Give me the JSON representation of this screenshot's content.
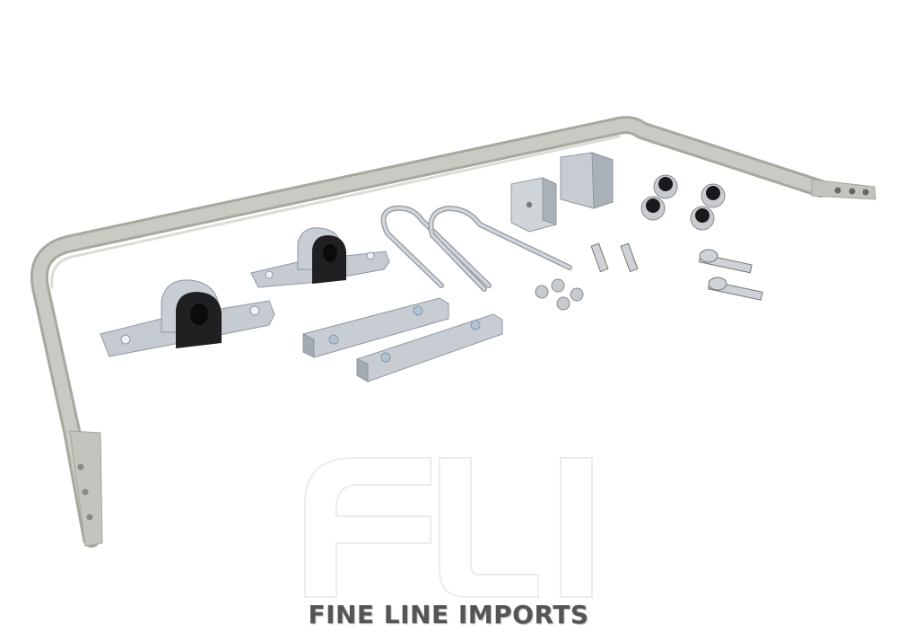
{
  "image": {
    "subject": "sway bar kit with bushings, brackets, U-bolts, spacer blocks, links and hardware",
    "colors": {
      "background": "#ffffff",
      "bar": "#c8c8c2",
      "bar_shade": "#a9a9a2",
      "zinc": "#c9ced3",
      "zinc_dark": "#9aa1a8",
      "rubber": "#1d1d1f",
      "watermark_outline": "#eeeeee",
      "watermark_text": "#555555"
    }
  },
  "watermark": {
    "logo_letters": "FLI",
    "brand_text": "FINE LINE IMPORTS"
  }
}
